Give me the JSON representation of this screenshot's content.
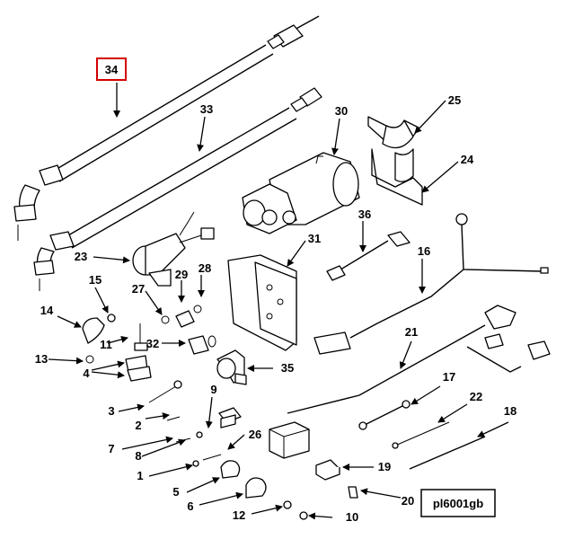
{
  "diagram": {
    "highlighted_callout": "34",
    "drawing_id": "pl6001gb",
    "callouts": [
      "34",
      "33",
      "30",
      "25",
      "24",
      "36",
      "31",
      "16",
      "23",
      "29",
      "28",
      "27",
      "15",
      "14",
      "11",
      "32",
      "13",
      "4",
      "35",
      "21",
      "9",
      "17",
      "22",
      "18",
      "3",
      "2",
      "7",
      "8",
      "26",
      "1",
      "5",
      "19",
      "6",
      "20",
      "12",
      "10"
    ]
  }
}
